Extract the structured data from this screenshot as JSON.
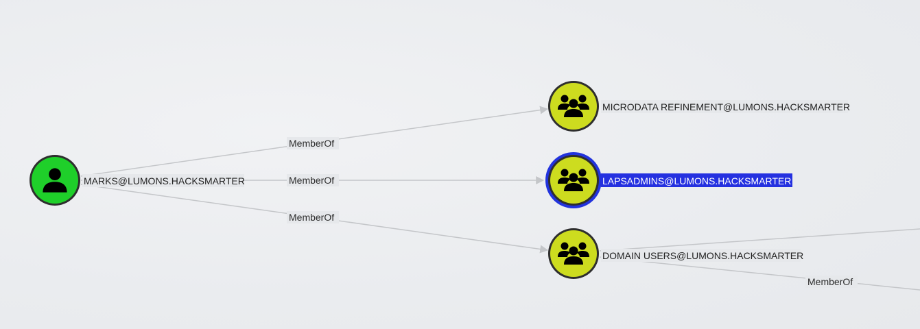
{
  "colors": {
    "user_node": "#1fcf2a",
    "group_node": "#cddc1f",
    "node_ring": "#2e2e2e",
    "selected_ring": "#2233dd",
    "edge": "#c4c6c9",
    "selected_label_bg": "#2531e0"
  },
  "nodes": {
    "user": {
      "label": "MARKS@LUMONS.HACKSMARTER",
      "type": "user",
      "icon": "user-icon"
    },
    "microdata": {
      "label": "MICRODATA REFINEMENT@LUMONS.HACKSMARTER",
      "type": "group",
      "icon": "group-icon"
    },
    "lapsadmins": {
      "label": "LAPSADMINS@LUMONS.HACKSMARTER",
      "type": "group",
      "icon": "group-icon",
      "selected": true
    },
    "domain_users": {
      "label": "DOMAIN USERS@LUMONS.HACKSMARTER",
      "type": "group",
      "icon": "group-icon"
    }
  },
  "edges": {
    "user_to_microdata": {
      "label": "MemberOf"
    },
    "user_to_lapsadmins": {
      "label": "MemberOf"
    },
    "user_to_domain_users": {
      "label": "MemberOf"
    },
    "domain_users_to_offscreen_2": {
      "label": "MemberOf"
    }
  }
}
